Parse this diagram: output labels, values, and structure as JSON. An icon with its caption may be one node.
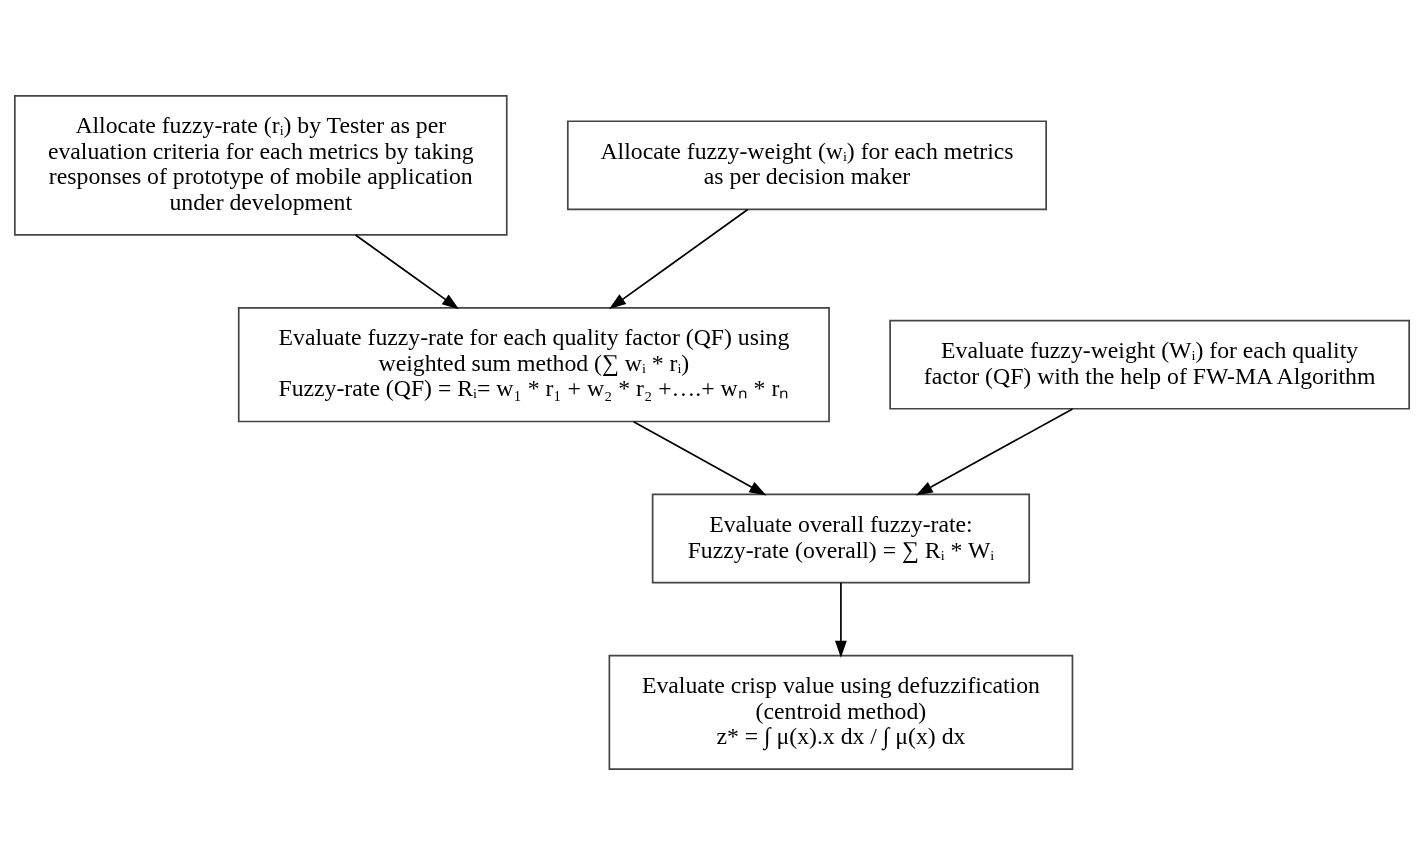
{
  "diagram": {
    "nodes": [
      {
        "text": [
          "Allocate fuzzy-rate (rᵢ) by Tester as per evaluation criteria for each metrics by taking responses of prototype of mobile application under development"
        ]
      },
      {
        "text": [
          "Allocate fuzzy-weight (wᵢ) for each metrics as per decision maker"
        ]
      },
      {
        "text": [
          "Evaluate fuzzy-rate for each quality factor (QF) using weighted sum method (∑ wᵢ * rᵢ)",
          "Fuzzy-rate (QF) = Rᵢ= w₁ * r₁ + w₂ * r₂ +….+ wₙ * rₙ"
        ]
      },
      {
        "text": [
          "Evaluate fuzzy-weight (Wᵢ) for each quality factor (QF) with the help of FW-MA Algorithm"
        ]
      },
      {
        "text": [
          "Evaluate overall fuzzy-rate:",
          "Fuzzy-rate (overall) = ∑ Rᵢ * Wᵢ"
        ]
      },
      {
        "text": [
          "Evaluate crisp value using defuzzification (centroid method)",
          "z* = ∫ μ(x).x dx / ∫ μ(x) dx"
        ]
      }
    ],
    "edges": [
      {
        "from": 0,
        "to": 2,
        "arrow": "to"
      },
      {
        "from": 1,
        "to": 2,
        "arrow": "to"
      },
      {
        "from": 2,
        "to": 4,
        "arrow": "to"
      },
      {
        "from": 3,
        "to": 4,
        "arrow": "to"
      },
      {
        "from": 4,
        "to": 5,
        "arrow": "to"
      }
    ]
  }
}
